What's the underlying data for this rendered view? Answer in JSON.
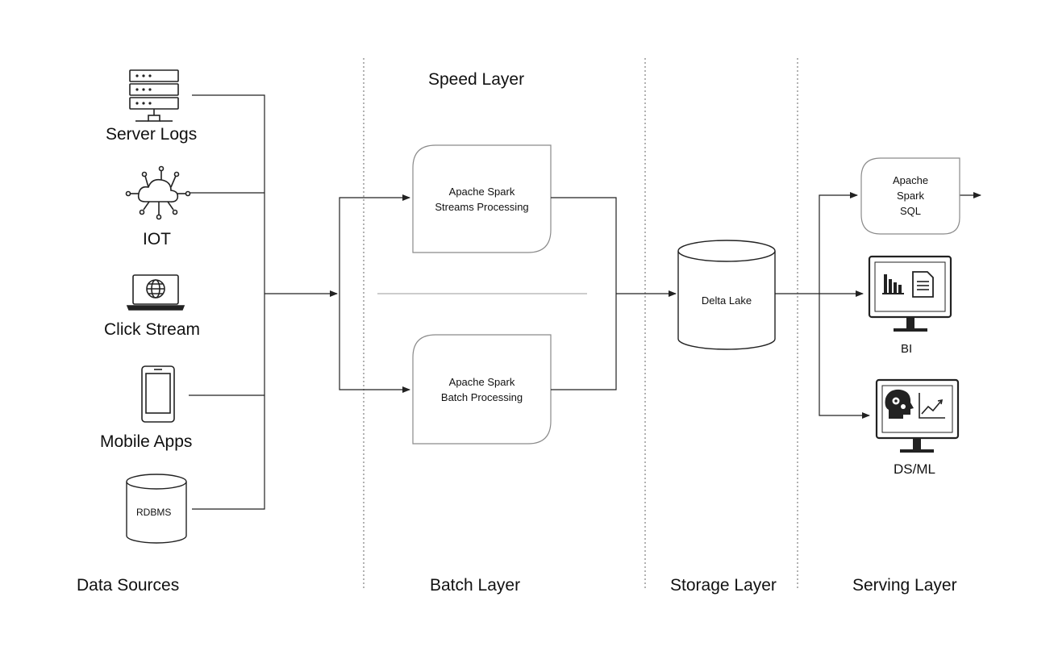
{
  "sources": {
    "server_logs": "Server Logs",
    "iot": "IOT",
    "click_stream": "Click Stream",
    "mobile_apps": "Mobile Apps",
    "rdbms": "RDBMS"
  },
  "layers": {
    "speed": "Speed Layer",
    "data_sources": "Data Sources",
    "batch": "Batch Layer",
    "storage": "Storage Layer",
    "serving": "Serving Layer"
  },
  "processing": {
    "streams_line1": "Apache Spark",
    "streams_line2": "Streams Processing",
    "batch_line1": "Apache Spark",
    "batch_line2": "Batch Processing"
  },
  "storage": {
    "delta_lake": "Delta Lake"
  },
  "serving": {
    "spark_sql_line1": "Apache",
    "spark_sql_line2": "Spark",
    "spark_sql_line3": "SQL",
    "bi": "BI",
    "dsml": "DS/ML"
  },
  "colors": {
    "stroke": "#222222",
    "box_stroke": "#8a8a8a",
    "divider": "#666666"
  }
}
